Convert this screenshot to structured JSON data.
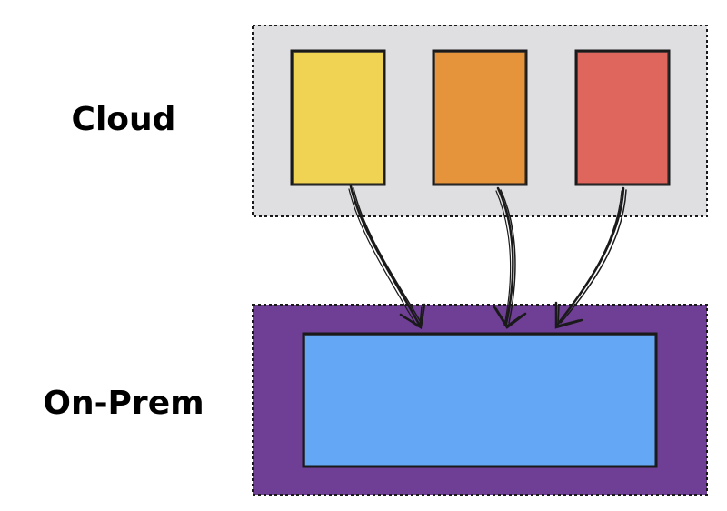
{
  "labels": {
    "cloud": "Cloud",
    "on_prem": "On-Prem"
  },
  "colors": {
    "cloud_zone_fill": "#dfdfe1",
    "onprem_zone_fill": "#6e3f95",
    "box_yellow": "#f1d353",
    "box_orange": "#e5943c",
    "box_red": "#de665d",
    "onprem_box": "#64a7f4",
    "stroke": "#1a1a1a"
  },
  "nodes": [
    {
      "id": "cloud-service-1",
      "color": "box_yellow"
    },
    {
      "id": "cloud-service-2",
      "color": "box_orange"
    },
    {
      "id": "cloud-service-3",
      "color": "box_red"
    },
    {
      "id": "onprem-system",
      "color": "onprem_box"
    }
  ],
  "edges": [
    {
      "from": "cloud-service-1",
      "to": "onprem-system"
    },
    {
      "from": "cloud-service-2",
      "to": "onprem-system"
    },
    {
      "from": "cloud-service-3",
      "to": "onprem-system"
    }
  ]
}
